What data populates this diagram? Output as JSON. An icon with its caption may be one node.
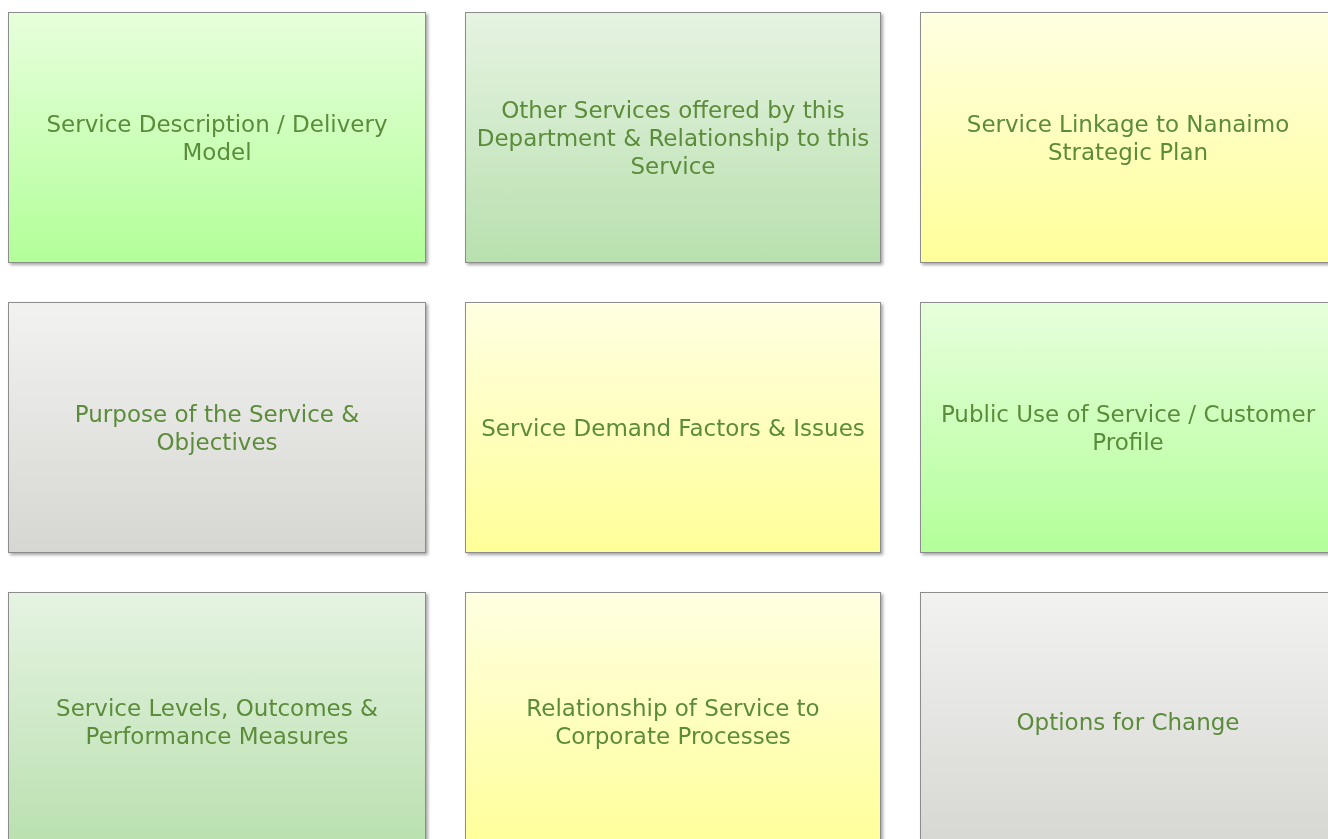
{
  "diagram": {
    "nodes": [
      {
        "text": [
          "Service Description / Delivery Model"
        ]
      },
      {
        "text": [
          "Other Services offered by this Department & Relationship to this Service"
        ]
      },
      {
        "text": [
          "Service Linkage to Nanaimo Strategic Plan"
        ]
      },
      {
        "text": [
          "Purpose of the Service & Objectives"
        ]
      },
      {
        "text": [
          "Service Demand Factors & Issues"
        ]
      },
      {
        "text": [
          "Public Use of Service / Customer Profile"
        ]
      },
      {
        "text": [
          "Service Levels, Outcomes & Performance Measures"
        ]
      },
      {
        "text": [
          "Relationship of Service to Corporate Processes"
        ]
      },
      {
        "text": [
          "Options for Change"
        ]
      }
    ],
    "edges": []
  }
}
